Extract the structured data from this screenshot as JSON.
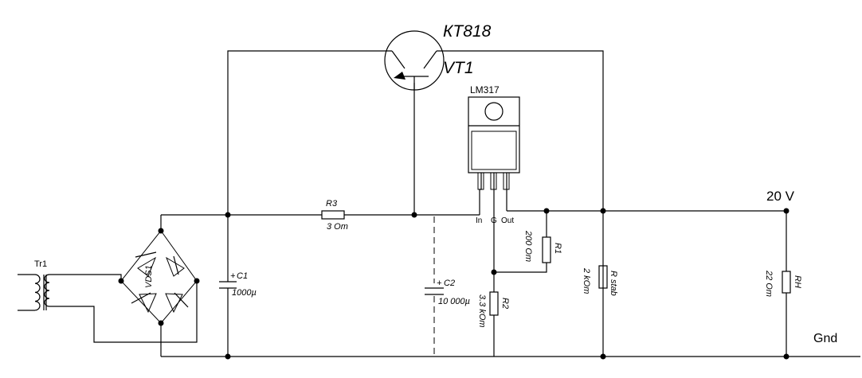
{
  "transistor": {
    "type": "КТ818",
    "ref": "VT1"
  },
  "regulator": {
    "part": "LM317",
    "pin_in": "In",
    "pin_adj": "G",
    "pin_out": "Out"
  },
  "transformer": {
    "ref": "Tr1"
  },
  "bridge": {
    "ref": "VDS1"
  },
  "r3": {
    "ref": "R3",
    "value": "3 Om"
  },
  "c1": {
    "ref": "C1",
    "value": "1000µ",
    "polarity": "+"
  },
  "c2": {
    "ref": "C2",
    "value": "10 000µ",
    "polarity": "+"
  },
  "r1": {
    "ref": "R1",
    "value": "200 Om"
  },
  "r2": {
    "ref": "R2",
    "value": "3.3 kOm"
  },
  "rstab": {
    "ref": "R stab",
    "value": "2 kOm"
  },
  "rh": {
    "ref": "RH",
    "value": "22 Om"
  },
  "output": {
    "voltage": "20 V",
    "ground": "Gnd"
  }
}
